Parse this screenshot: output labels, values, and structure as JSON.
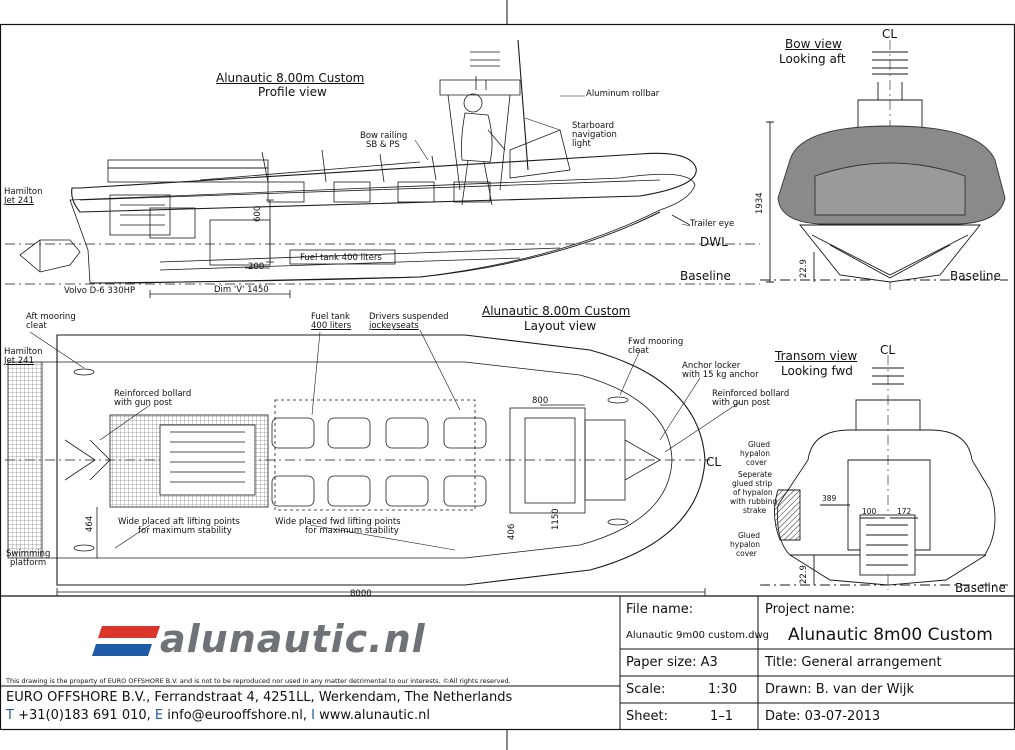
{
  "profile": {
    "title": "Alunautic 8.00m Custom",
    "subtitle": "Profile view",
    "labels": {
      "aluminum_rollbar": "Aluminum rollbar",
      "starboard_nav": [
        "Starboard",
        "navigation",
        "light"
      ],
      "bow_railing": [
        "Bow railing",
        "SB & PS"
      ],
      "hamilton_jet": [
        "Hamilton",
        "Jet 241"
      ],
      "trailer_eye": "Trailer eye",
      "dwl": "DWL",
      "baseline": "Baseline",
      "fuel_tank": "Fuel tank 400 liters",
      "engine": "Volvo D-6 330HP",
      "dim_v": "Dim 'V' 1450",
      "dim_600": "600",
      "dim_200": "200"
    }
  },
  "bow_view": {
    "title": "Bow view",
    "subtitle": "Looking aft",
    "cl": "CL",
    "height": "1934",
    "dim_22": "22.9",
    "baseline": "Baseline"
  },
  "layout": {
    "title": "Alunautic 8.00m Custom",
    "subtitle": "Layout view",
    "labels": {
      "aft_mooring": [
        "Aft mooring",
        "cleat"
      ],
      "fuel_tank": [
        "Fuel tank",
        "400 liters"
      ],
      "drivers_seats": [
        "Drivers suspended",
        "jockeyseats"
      ],
      "hamilton_jet": [
        "Hamilton",
        "Jet 241"
      ],
      "fwd_mooring": [
        "Fwd mooring",
        "cleat"
      ],
      "anchor_locker": [
        "Anchor locker",
        "with 15 kg anchor"
      ],
      "reinforced_bollard_aft": [
        "Reinforced bollard",
        "with gun post"
      ],
      "reinforced_bollard_fwd": [
        "Reinforced bollard",
        "with gun post"
      ],
      "cl": "CL",
      "aft_lifting": [
        "Wide placed aft lifting points",
        "for maximum stability"
      ],
      "fwd_lifting": [
        "Wide placed fwd lifting points",
        "for maximum stability"
      ],
      "swimming_platform": [
        "Swimming",
        "platform"
      ],
      "dim_800": "800",
      "dim_406": "406",
      "dim_1150": "1150",
      "dim_464": "464",
      "dim_8000": "8000"
    }
  },
  "transom_view": {
    "title": "Transom view",
    "subtitle": "Looking fwd",
    "cl": "CL",
    "glued_cover_top": [
      "Glued",
      "hypalon",
      "cover"
    ],
    "separate_strip": [
      "Seperate",
      "glued strip",
      "of hypalon",
      "with rubbing",
      "strake"
    ],
    "glued_cover_bottom": [
      "Glued",
      "hypalon",
      "cover"
    ],
    "dim_389": "389",
    "dim_100": "100",
    "dim_172": "172",
    "dim_22": "22.9",
    "baseline": "Baseline"
  },
  "title_block": {
    "logo_text": "alunautic.nl",
    "copyright": "This drawing is the property of EURO OFFSHORE B.V. and is not to be reproduced nor used in any matter detrimental to our interests. ©All rights reserved.",
    "company_line": "EURO OFFSHORE B.V., Ferrandstraat 4, 4251LL, Werkendam, The Netherlands",
    "contact_t": "T",
    "contact_phone": "+31(0)183 691 010,",
    "contact_e": "E",
    "contact_email": "info@eurooffshore.nl,",
    "contact_sep": "I",
    "contact_web": "www.alunautic.nl",
    "file_name_label": "File name:",
    "file_name_value": "Alunautic 9m00 custom.dwg",
    "paper_size": "Paper size: A3",
    "scale_label": "Scale:",
    "scale_value": "1:30",
    "sheet_label": "Sheet:",
    "sheet_value": "1–1",
    "project_name_label": "Project name:",
    "project_name_value": "Alunautic 8m00 Custom",
    "title_line": "Title:  General arrangement",
    "drawn_line": "Drawn: B. van der Wijk",
    "date_line": "Date:  03-07-2013"
  },
  "colors": {
    "logo_red": "#d9352b",
    "logo_blue": "#1f5aa6",
    "logo_grey": "#6f7378",
    "tube_grey": "#8a8a8a",
    "line": "#1a1a1a"
  }
}
